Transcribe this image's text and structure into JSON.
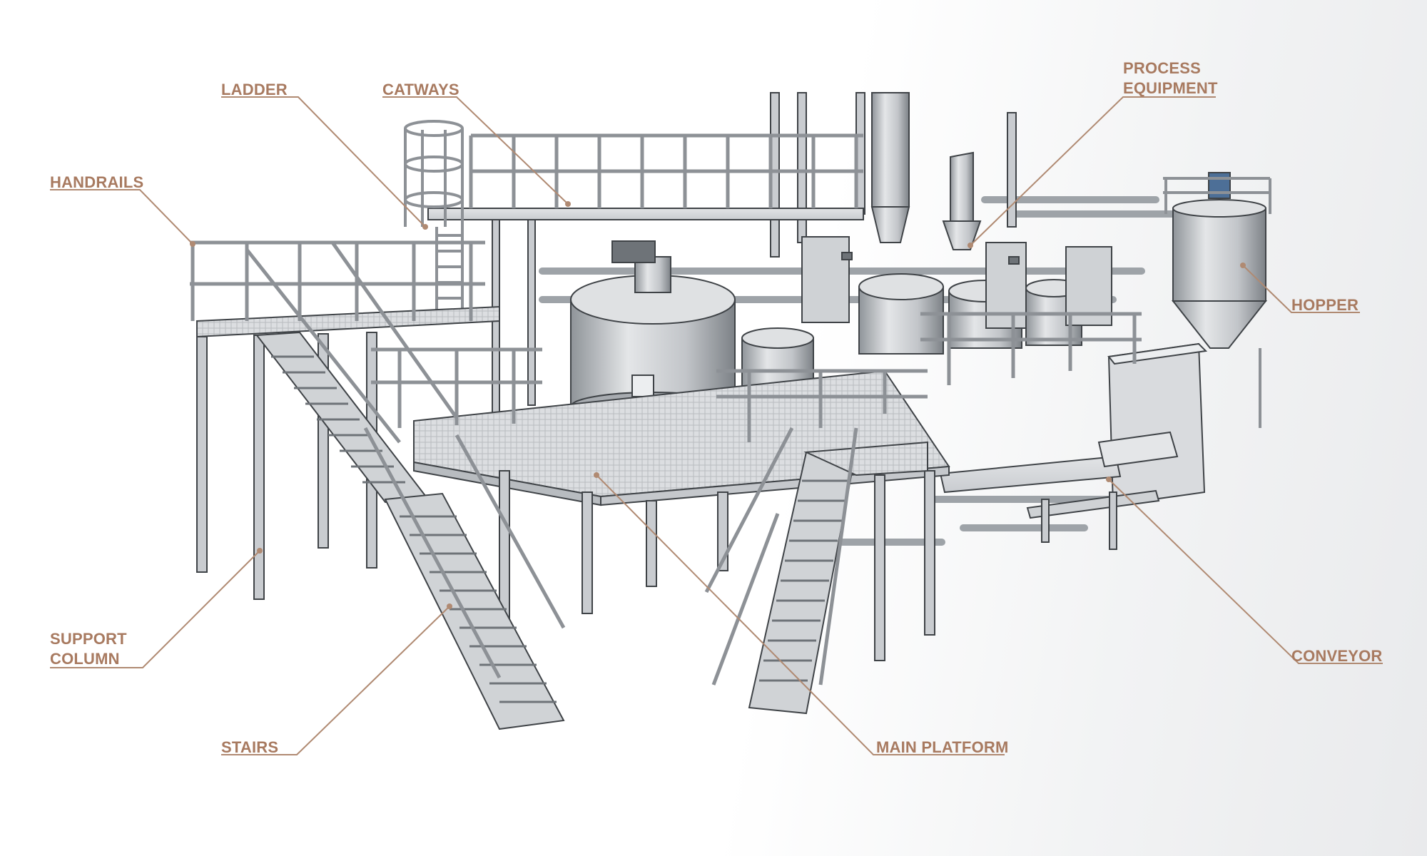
{
  "colors": {
    "label": "#a87a60",
    "leader": "#b08a72",
    "steel": "#c9ccd0",
    "steel_dark": "#6e7378",
    "outline": "#3f4347",
    "grating": "#d6d8db"
  },
  "labels": {
    "ladder": "LADDER",
    "catways": "CATWAYS",
    "handrails": "HANDRAILS",
    "process_equipment": [
      "PROCESS",
      "EQUIPMENT"
    ],
    "hopper": "HOPPER",
    "support_column": [
      "SUPPORT",
      "COLUMN"
    ],
    "conveyor": "CONVEYOR",
    "stairs": "STAIRS",
    "main_platform": "MAIN PLATFORM"
  }
}
